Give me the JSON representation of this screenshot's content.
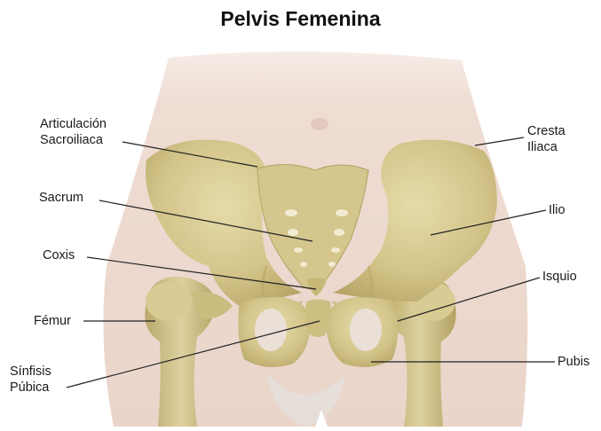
{
  "title": "Pelvis Femenina",
  "labels": {
    "articulacion": {
      "line1": "Articulación",
      "line2": "Sacroiliaca"
    },
    "sacrum": "Sacrum",
    "coxis": "Coxis",
    "femur": "Fémur",
    "sinfisis": {
      "line1": "Sínfisis",
      "line2": "Púbica"
    },
    "cresta": {
      "line1": "Cresta",
      "line2": "Iliaca"
    },
    "ilio": "Ilio",
    "isquio": "Isquio",
    "pubis": "Pubis"
  },
  "colors": {
    "skin": "#efdcd2",
    "bone": "#d6c98f",
    "bone_dark": "#a89758",
    "bone_light": "#e8dfb0",
    "leader_line": "#222222"
  }
}
